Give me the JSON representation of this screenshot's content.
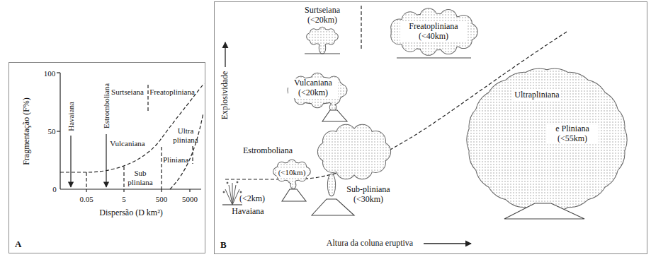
{
  "diagram": {
    "nodes": [
      {
        "text": [
          "A"
        ]
      },
      {
        "text": [
          "B"
        ]
      }
    ],
    "labels": [
      "100",
      "50",
      "0",
      "0.05",
      "5",
      "500",
      "5000",
      "Fragmentação (F%)",
      "Dispersão (D km²)",
      "Havaiana",
      "Estromboliana",
      "Surtseiana",
      "Freatopliniana",
      "Vulcaniana",
      "Sub pliniana",
      "Pliniana",
      "Ultra pliniana",
      "Surtseiana (<20km)",
      "Freatopliniana (<40km)",
      "Vulcaniana (<20km)",
      "Ultrapliniana",
      "e Pliniana (<55km)",
      "Estromboliana",
      "(<10km)",
      "Sub-pliniana (<30km)",
      "(<2km)",
      "Havaiana",
      "Explosividade",
      "Altura da coluna eruptiva"
    ]
  }
}
